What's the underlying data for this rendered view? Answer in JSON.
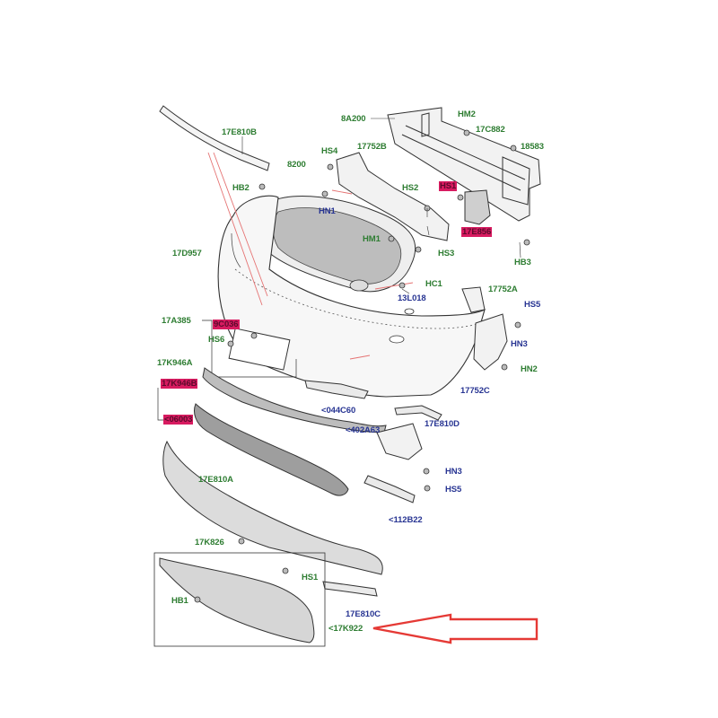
{
  "colors": {
    "part_number_label": "#2e7d32",
    "fastener_label": "#283593",
    "highlight": "#d81b60",
    "arrow": "#e53935",
    "line_art": "#333333"
  },
  "labels": {
    "p_17E810B": "17E810B",
    "p_8A200": "8A200",
    "p_HM2": "HM2",
    "p_17C882": "17C882",
    "p_18583": "18583",
    "p_HS4": "HS4",
    "p_17752B": "17752B",
    "p_8200": "8200",
    "p_HB2": "HB2",
    "p_HS2": "HS2",
    "p_HS1_hl": "HS1",
    "p_17E856": "17E856",
    "p_HN1": "HN1",
    "p_HM1": "HM1",
    "p_HS3": "HS3",
    "p_HB3": "HB3",
    "p_17D957": "17D957",
    "p_HC1": "HC1",
    "p_13L018": "13L018",
    "p_17752A": "17752A",
    "p_HS5_top": "HS5",
    "p_17A385": "17A385",
    "p_9C036": "9C036",
    "p_HS6": "HS6",
    "p_HN3_top": "HN3",
    "p_HN2": "HN2",
    "p_17K946A": "17K946A",
    "p_17752C": "17752C",
    "p_17K946B": "17K946B",
    "p_044C60": "<044C60",
    "p_06003": "<06003",
    "p_17E810D": "17E810D",
    "p_402A63": "<402A63",
    "p_HN3_bot": "HN3",
    "p_17E810A": "17E810A",
    "p_HS5_bot": "HS5",
    "p_112B22": "<112B22",
    "p_17K826": "17K826",
    "p_HS1": "HS1",
    "p_HB1": "HB1",
    "p_17E810C": "17E810C",
    "p_17K922": "<17K922"
  }
}
